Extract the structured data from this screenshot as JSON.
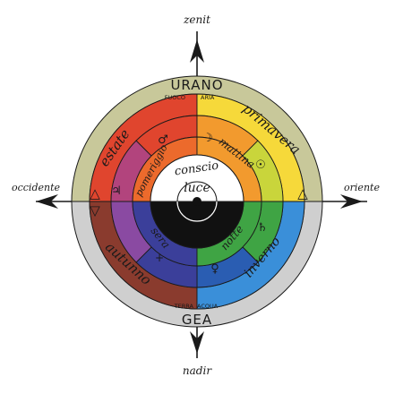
{
  "compass": {
    "north": "zenit",
    "south": "nadir",
    "west": "occidente",
    "east": "oriente"
  },
  "outer_ring": {
    "top": "URANO",
    "bottom": "GEA",
    "top_color": "#c8c89a",
    "bottom_color": "#c8c8c8"
  },
  "elements": {
    "fire": "FUOCO",
    "air": "ARIA",
    "earth": "TERRA",
    "water": "ACQUA"
  },
  "seasons": {
    "summer": "estate",
    "spring": "primavera",
    "autumn": "autunno",
    "winter": "inverno"
  },
  "times_of_day": {
    "afternoon": "pomeriggio",
    "morning": "mattina",
    "evening": "sera",
    "night": "notte"
  },
  "center": {
    "conscious": "conscio",
    "light": "luce"
  },
  "symbols": {
    "moon": "☽",
    "mars": "♂",
    "sun": "☉",
    "jupiter": "♃",
    "saturn": "♄",
    "venus": "♀",
    "fire_triangle": "△",
    "water_triangle": "▽",
    "air_triangle": "🜁"
  },
  "colors": {
    "red": "#e0452e",
    "orange_red": "#ec6a2c",
    "orange": "#f29a2e",
    "yellow": "#f6d93a",
    "yellow_green": "#c9d53b",
    "green": "#3fa444",
    "blue": "#3a8fd9",
    "deep_blue": "#2a5db2",
    "indigo": "#3b3f9a",
    "violet": "#8a4aa2",
    "magenta": "#b2447d",
    "brown": "#8a3b2e",
    "black": "#111111"
  }
}
